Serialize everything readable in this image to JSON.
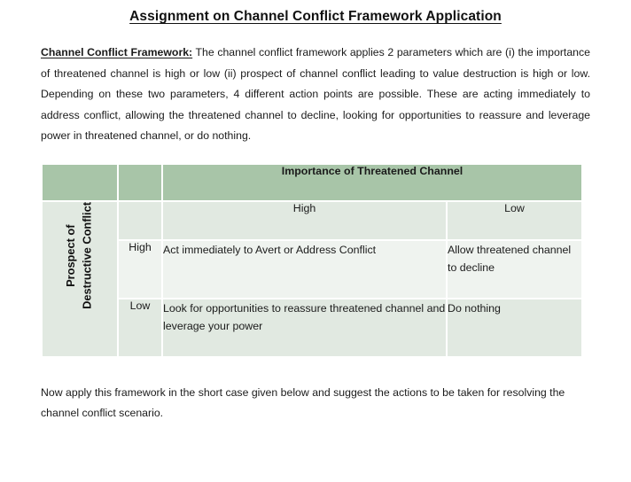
{
  "document": {
    "title": "Assignment on Channel Conflict Framework Application",
    "intro": {
      "lead": "Channel Conflict Framework:",
      "body": " The channel conflict framework applies 2 parameters which are (i) the importance of threatened channel is high or low (ii) prospect of channel conflict leading to value destruction is high or low. Depending on these two parameters, 4 different action points are possible. These are acting immediately to address conflict, allowing the threatened channel to decline, looking for opportunities to reassure and leverage power in threatened channel, or do nothing."
    },
    "outro": "Now apply this framework in the short case given below and suggest the actions to be taken for resolving the channel conflict scenario."
  },
  "matrix": {
    "column_axis_title": "Importance of Threatened Channel",
    "row_axis_title": "Prospect of\nDestructive Conflict",
    "column_levels": {
      "high": "High",
      "low": "Low"
    },
    "row_levels": {
      "high": "High",
      "low": "Low"
    },
    "cells": {
      "high_high": "Act immediately to Avert or Address Conflict",
      "high_low": "Allow threatened channel to decline",
      "low_high": "Look for opportunities to reassure threatened channel and leverage your power",
      "low_low": "Do nothing"
    },
    "colors": {
      "header_green": "#a8c5a8",
      "mid_green": "#e1e9e1",
      "light_green": "#eff3ef"
    }
  }
}
